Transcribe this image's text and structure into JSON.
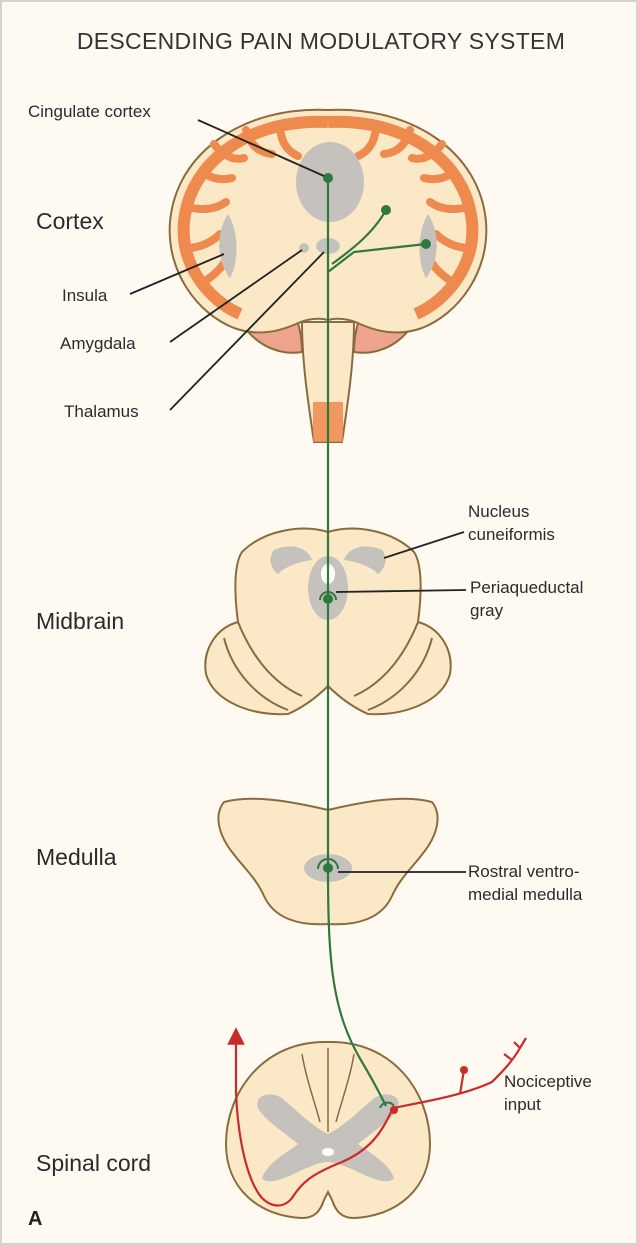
{
  "title": "DESCENDING PAIN MODULATORY SYSTEM",
  "panel_label": "A",
  "regions": {
    "cortex": "Cortex",
    "midbrain": "Midbrain",
    "medulla": "Medulla",
    "spinal_cord": "Spinal cord"
  },
  "labels": {
    "cingulate": "Cingulate cortex",
    "insula": "Insula",
    "amygdala": "Amygdala",
    "thalamus": "Thalamus",
    "nucleus_cuneiformis": [
      "Nucleus",
      "cuneiformis"
    ],
    "pag": [
      "Periaqueductal",
      "gray"
    ],
    "rvm": [
      "Rostral ventro-",
      "medial medulla"
    ],
    "nociceptive": [
      "Nociceptive",
      "input"
    ]
  },
  "colors": {
    "tissue": "#fbe8c6",
    "outline": "#8a6b3e",
    "cortex_orange": "#ef8a4e",
    "cerebellum": "#eea38d",
    "gray_matter": "#c5c1bd",
    "descending_pathway": "#2d7a3c",
    "nociceptive_pathway": "#cc2a2a"
  }
}
